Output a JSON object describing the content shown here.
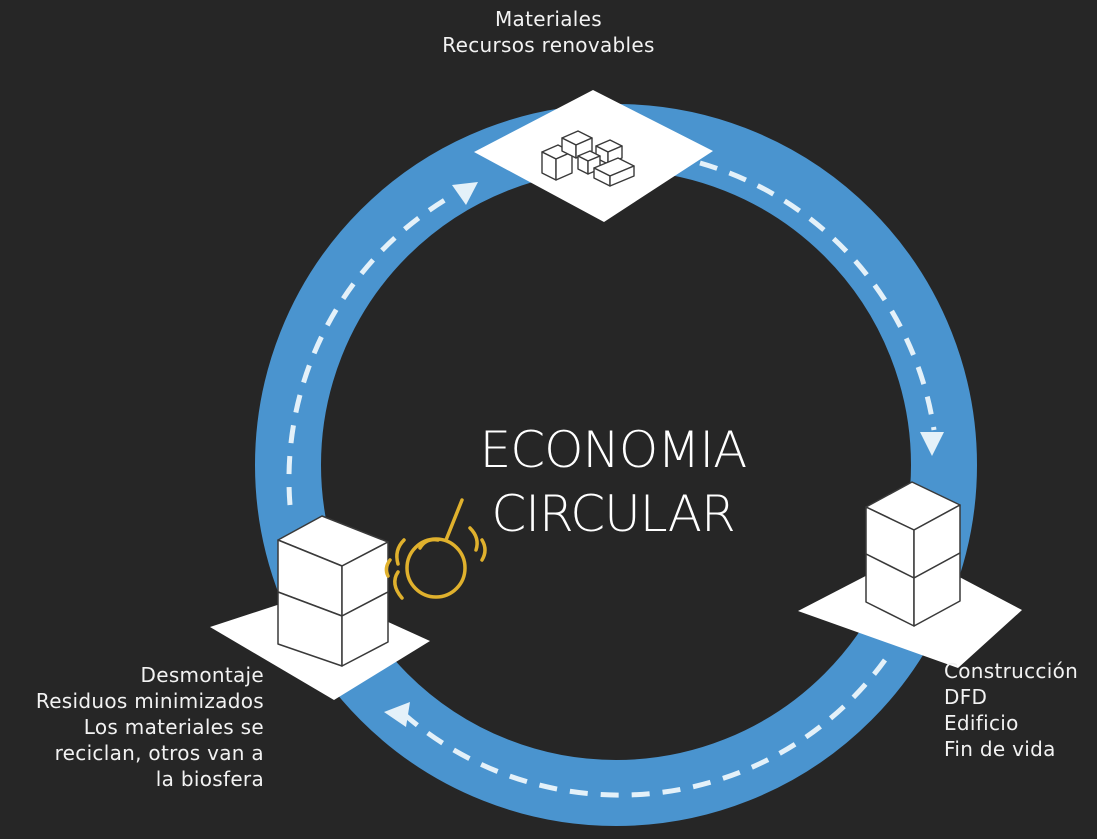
{
  "colors": {
    "background": "#262626",
    "ring": "#4a94cf",
    "arrow": "#e4f1f9",
    "tile": "#ffffff",
    "block_stroke": "#3a3a3a",
    "ball": "#e0b12d"
  },
  "title": {
    "line1": "ECONOMIA",
    "line2": "CIRCULAR"
  },
  "nodes": {
    "top": {
      "icon": "materials-blocks-icon",
      "lines": [
        "Materiales",
        "Recursos renovables"
      ]
    },
    "right": {
      "icon": "building-stack-icon",
      "lines": [
        "Construcción",
        "DFD",
        "Edificio",
        "Fin de vida"
      ]
    },
    "left": {
      "icon": "wrecking-ball-building-icon",
      "lines": [
        "Desmontaje",
        "Residuos minimizados",
        "Los materiales se",
        "reciclan, otros van a",
        "la biosfera"
      ]
    }
  },
  "flow_direction": "clockwise"
}
